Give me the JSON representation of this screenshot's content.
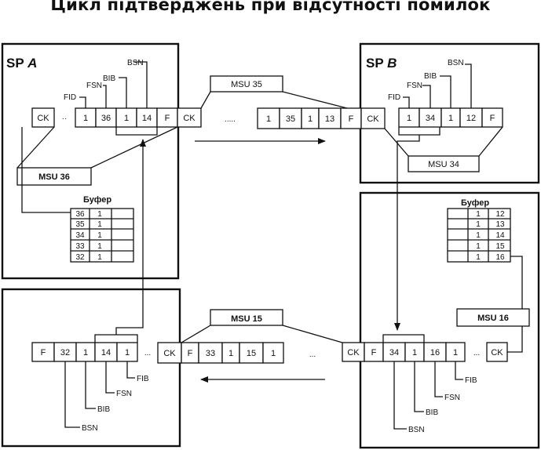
{
  "title": "Цикл підтверджень при відсутності помилок",
  "sp_a": {
    "prefix": "SP",
    "name": "A"
  },
  "sp_b": {
    "prefix": "SP",
    "name": "B"
  },
  "field_labels": {
    "bsn": "BSN",
    "bib": "BIB",
    "fsn": "FSN",
    "fid": "FID",
    "fib": "FIB",
    "ck": "CK",
    "f": "F",
    "ellipsis": "...",
    "dots": "....."
  },
  "msu": {
    "m35": "MSU 35",
    "m36": "MSU 36",
    "m34": "MSU 34",
    "m15": "MSU 15",
    "m16": "MSU 16"
  },
  "buffer_title": "Буфер",
  "a_top_frame": [
    "1",
    "36",
    "1",
    "14"
  ],
  "mid_top_frame": [
    "1",
    "35",
    "1",
    "13"
  ],
  "b_top_frame": [
    "1",
    "34",
    "1",
    "12"
  ],
  "buffer_a": [
    [
      "36",
      "1"
    ],
    [
      "35",
      "1"
    ],
    [
      "34",
      "1"
    ],
    [
      "33",
      "1"
    ],
    [
      "32",
      "1"
    ]
  ],
  "buffer_b": [
    [
      "1",
      "12"
    ],
    [
      "1",
      "13"
    ],
    [
      "1",
      "14"
    ],
    [
      "1",
      "15"
    ],
    [
      "1",
      "16"
    ]
  ],
  "bl_frame": [
    "32",
    "1",
    "14",
    "1"
  ],
  "mid_bottom_frame": [
    "33",
    "1",
    "15",
    "1"
  ],
  "br_frame": [
    "34",
    "1",
    "16",
    "1"
  ]
}
